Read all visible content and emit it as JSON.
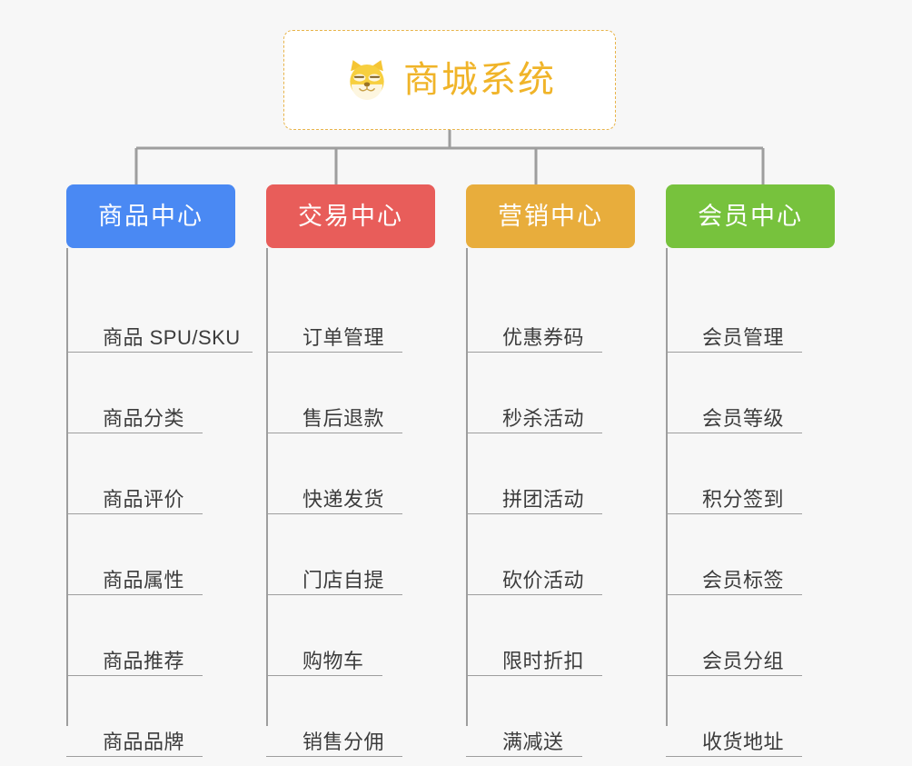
{
  "root": {
    "title": "商城系统",
    "icon": "shiba-dog-face-emoji",
    "border_color": "#e8b44a",
    "title_color": "#f0b429",
    "background": "#ffffff"
  },
  "page": {
    "background": "#f7f7f7",
    "connector_color": "#9e9e9e"
  },
  "columns": [
    {
      "label": "商品中心",
      "color": "#4a89f3",
      "items": [
        {
          "label": "商品 SPU/SKU",
          "underline_width": 205
        },
        {
          "label": "商品分类",
          "underline_width": 150
        },
        {
          "label": "商品评价",
          "underline_width": 150
        },
        {
          "label": "商品属性",
          "underline_width": 150
        },
        {
          "label": "商品推荐",
          "underline_width": 150
        },
        {
          "label": "商品品牌",
          "underline_width": 150
        }
      ]
    },
    {
      "label": "交易中心",
      "color": "#e85d5a",
      "items": [
        {
          "label": "订单管理",
          "underline_width": 150
        },
        {
          "label": "售后退款",
          "underline_width": 150
        },
        {
          "label": "快递发货",
          "underline_width": 150
        },
        {
          "label": "门店自提",
          "underline_width": 150
        },
        {
          "label": "购物车",
          "underline_width": 128
        },
        {
          "label": "销售分佣",
          "underline_width": 150
        }
      ]
    },
    {
      "label": "营销中心",
      "color": "#e8ad3c",
      "items": [
        {
          "label": "优惠券码",
          "underline_width": 150
        },
        {
          "label": "秒杀活动",
          "underline_width": 150
        },
        {
          "label": "拼团活动",
          "underline_width": 150
        },
        {
          "label": "砍价活动",
          "underline_width": 150
        },
        {
          "label": "限时折扣",
          "underline_width": 150
        },
        {
          "label": "满减送",
          "underline_width": 128
        }
      ]
    },
    {
      "label": "会员中心",
      "color": "#77c23d",
      "items": [
        {
          "label": "会员管理",
          "underline_width": 150
        },
        {
          "label": "会员等级",
          "underline_width": 150
        },
        {
          "label": "积分签到",
          "underline_width": 150
        },
        {
          "label": "会员标签",
          "underline_width": 150
        },
        {
          "label": "会员分组",
          "underline_width": 150
        },
        {
          "label": "收货地址",
          "underline_width": 150
        }
      ]
    }
  ]
}
